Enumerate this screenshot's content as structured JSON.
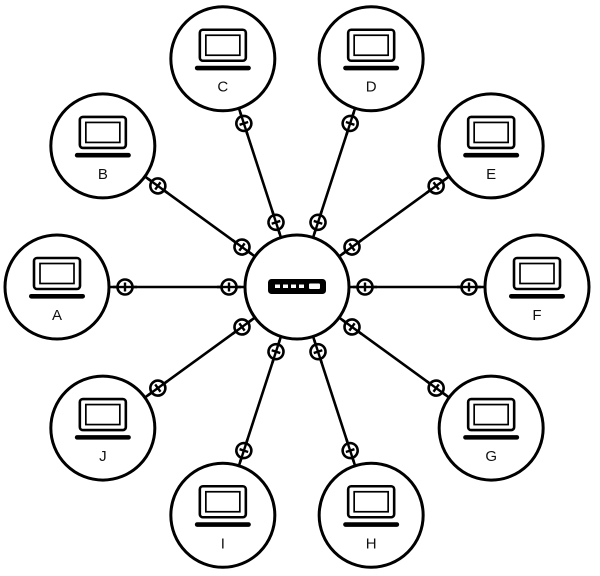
{
  "diagram": {
    "type": "star-topology",
    "hub": {
      "id": "hub",
      "icon": "switch-icon",
      "label": ""
    },
    "nodes": [
      {
        "id": "A",
        "label": "A",
        "icon": "laptop-icon",
        "angle_deg": 180
      },
      {
        "id": "B",
        "label": "B",
        "icon": "laptop-icon",
        "angle_deg": 144
      },
      {
        "id": "C",
        "label": "C",
        "icon": "laptop-icon",
        "angle_deg": 108
      },
      {
        "id": "D",
        "label": "D",
        "icon": "laptop-icon",
        "angle_deg": 72
      },
      {
        "id": "E",
        "label": "E",
        "icon": "laptop-icon",
        "angle_deg": 36
      },
      {
        "id": "F",
        "label": "F",
        "icon": "laptop-icon",
        "angle_deg": 0
      },
      {
        "id": "G",
        "label": "G",
        "icon": "laptop-icon",
        "angle_deg": -36
      },
      {
        "id": "H",
        "label": "H",
        "icon": "laptop-icon",
        "angle_deg": -72
      },
      {
        "id": "I",
        "label": "I",
        "icon": "laptop-icon",
        "angle_deg": -108
      },
      {
        "id": "J",
        "label": "J",
        "icon": "laptop-icon",
        "angle_deg": -144
      }
    ],
    "edges": [
      {
        "from": "hub",
        "to": "A",
        "connector": "coupling-icon"
      },
      {
        "from": "hub",
        "to": "B",
        "connector": "coupling-icon"
      },
      {
        "from": "hub",
        "to": "C",
        "connector": "coupling-icon"
      },
      {
        "from": "hub",
        "to": "D",
        "connector": "coupling-icon"
      },
      {
        "from": "hub",
        "to": "E",
        "connector": "coupling-icon"
      },
      {
        "from": "hub",
        "to": "F",
        "connector": "coupling-icon"
      },
      {
        "from": "hub",
        "to": "G",
        "connector": "coupling-icon"
      },
      {
        "from": "hub",
        "to": "H",
        "connector": "coupling-icon"
      },
      {
        "from": "hub",
        "to": "I",
        "connector": "coupling-icon"
      },
      {
        "from": "hub",
        "to": "J",
        "connector": "coupling-icon"
      }
    ],
    "colors": {
      "stroke": "#000000",
      "node_fill": "#ffffff",
      "background": "#ffffff"
    }
  }
}
